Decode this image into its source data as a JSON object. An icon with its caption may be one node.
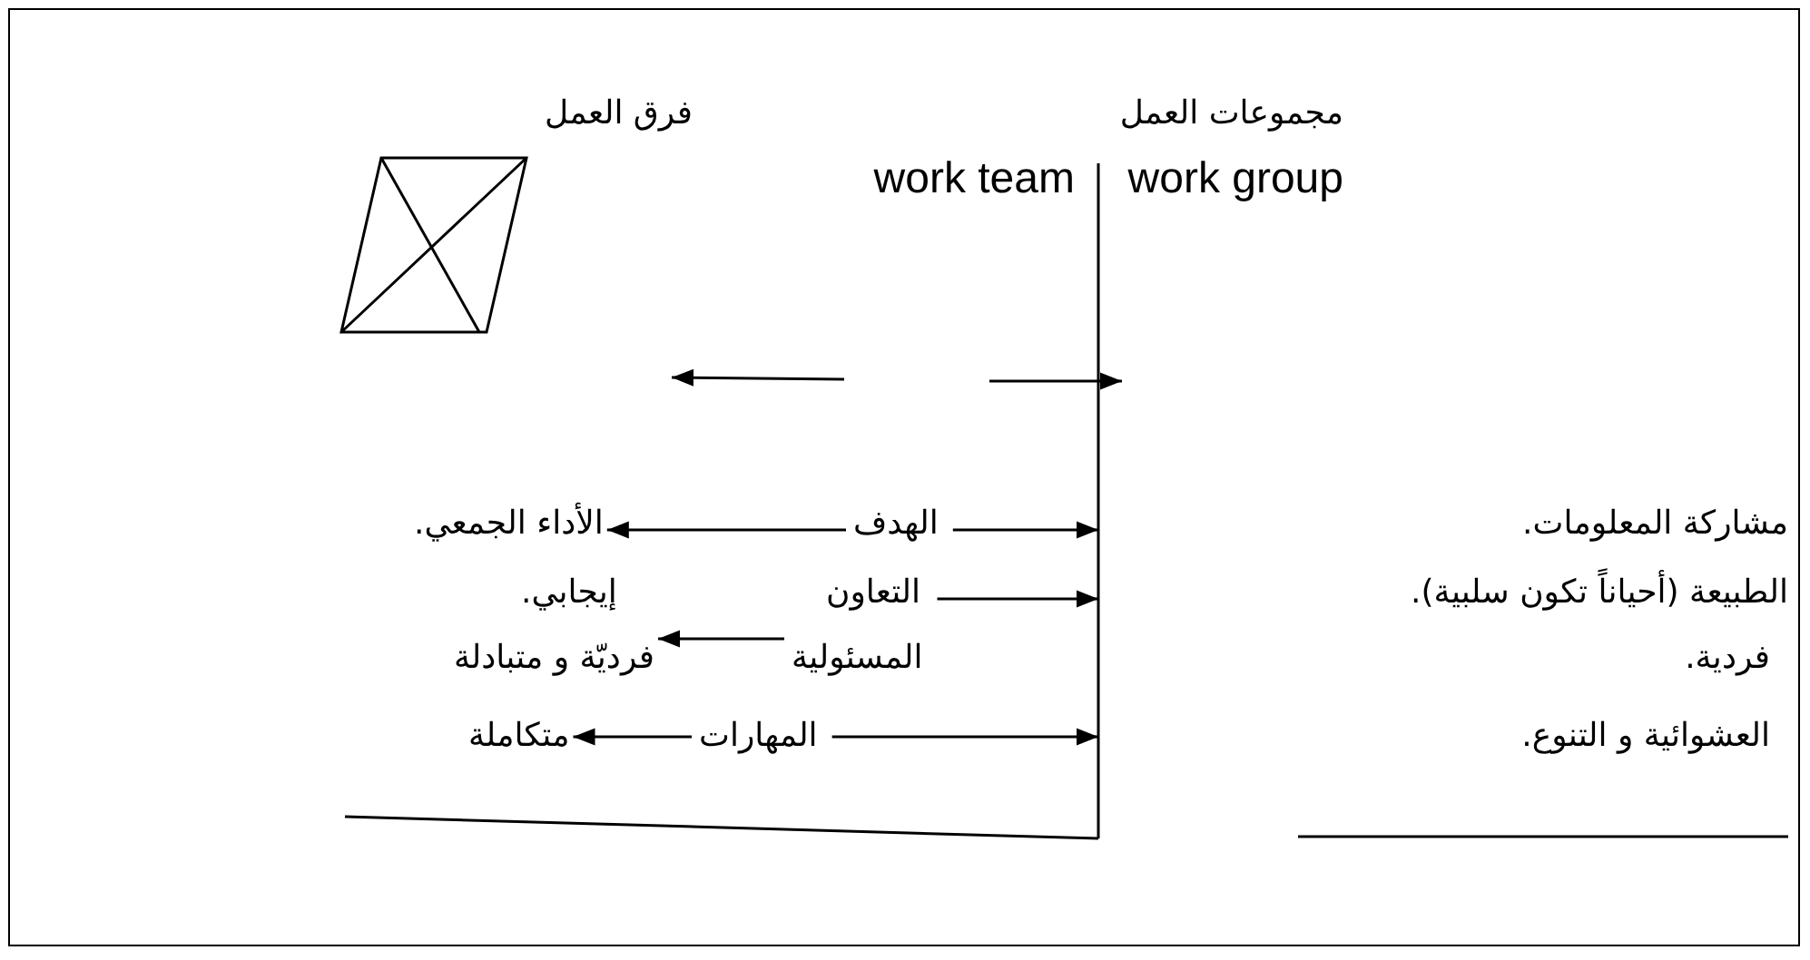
{
  "diagram": {
    "nodes": [
      {
        "text": [
          "فرق العمل",
          "work team"
        ]
      },
      {
        "text": [
          "مجموعات العمل",
          "work group"
        ]
      },
      {
        "text": [
          "الهدف"
        ]
      },
      {
        "text": [
          "الأداء الجمعي."
        ]
      },
      {
        "text": [
          "مشاركة المعلومات."
        ]
      },
      {
        "text": [
          "التعاون"
        ]
      },
      {
        "text": [
          "إيجابي."
        ]
      },
      {
        "text": [
          "الطبيعة (أحياناً تكون سلبية)."
        ]
      },
      {
        "text": [
          "المسئولية"
        ]
      },
      {
        "text": [
          "فرديّة و متبادلة"
        ]
      },
      {
        "text": [
          "فردية."
        ]
      },
      {
        "text": [
          "المهارات"
        ]
      },
      {
        "text": [
          "متكاملة"
        ]
      },
      {
        "text": [
          "العشوائية و التنوع."
        ]
      }
    ],
    "edges": [
      {
        "from": 2,
        "to": 3,
        "arrow": "to"
      },
      {
        "from": 2,
        "to": null,
        "arrow": "to"
      },
      {
        "from": 8,
        "to": null,
        "arrow": "to"
      },
      {
        "from": 8,
        "to": 9,
        "arrow": "to"
      },
      {
        "from": 11,
        "to": 12,
        "arrow": "to"
      },
      {
        "from": 11,
        "to": null,
        "arrow": "to"
      }
    ]
  }
}
